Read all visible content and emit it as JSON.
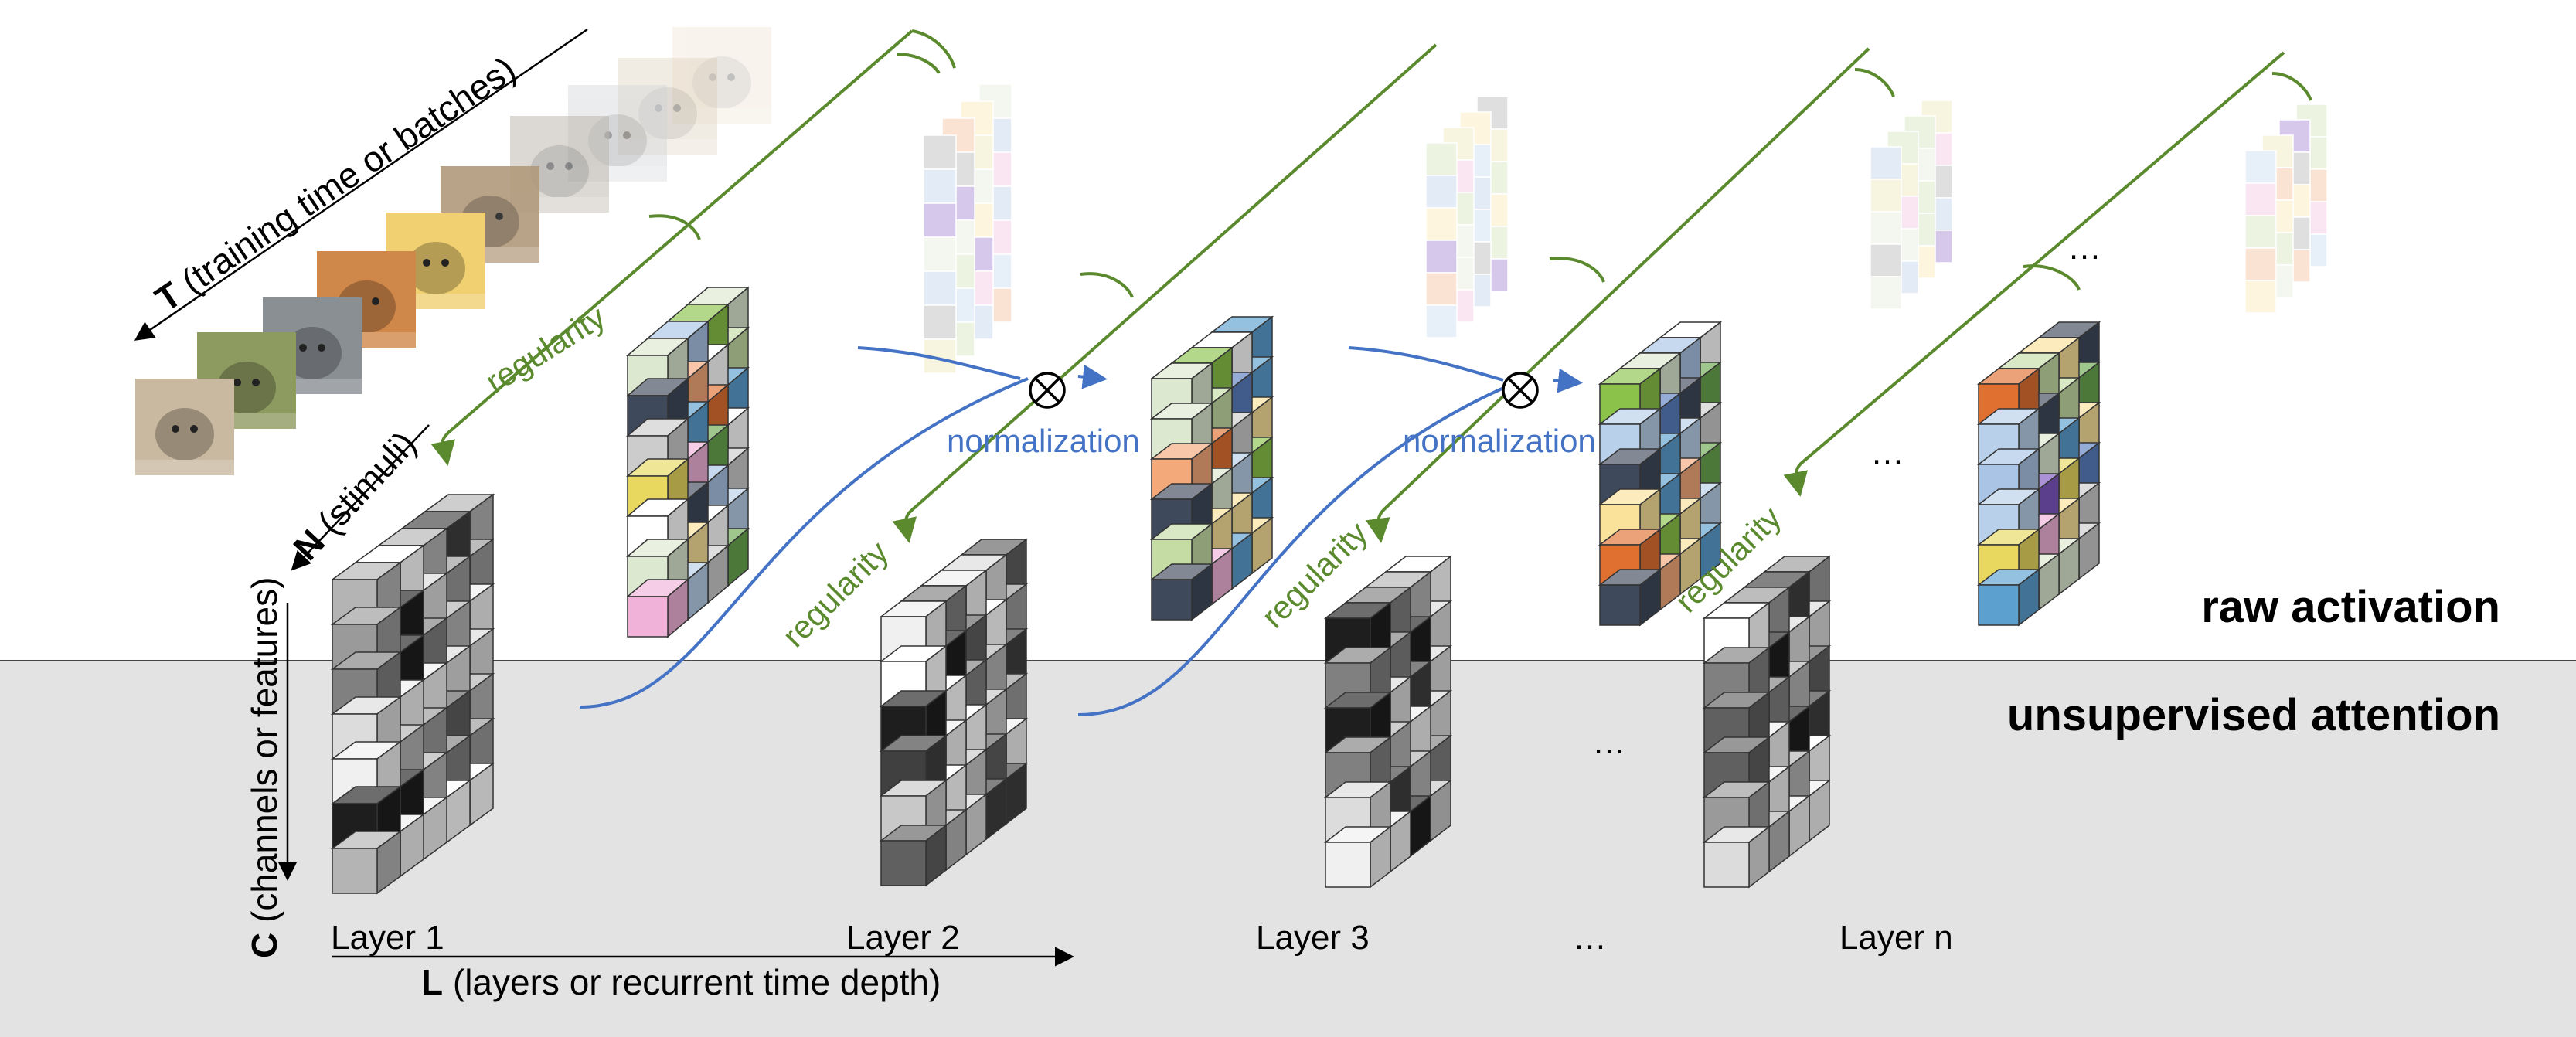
{
  "axes": {
    "t_letter": "T",
    "t_text": " (training time or batches)",
    "n_letter": "N",
    "n_text": " (stimuli)",
    "c_letter": "C",
    "c_text": " (channels or features)",
    "l_letter": "L",
    "l_text": " (layers or recurrent time depth)"
  },
  "region_labels": {
    "raw": "raw activation",
    "attention": "unsupervised attention"
  },
  "layers": [
    "Layer 1",
    "Layer 2",
    "Layer 3",
    "Layer n"
  ],
  "ellipsis": "…",
  "connections": {
    "regularity": "regularity",
    "normalization": "normalization",
    "multiply_symbol": "⊗"
  },
  "colors": {
    "regularity_green": "#5b8a2e",
    "normalization_blue": "#4472c4",
    "attention_bg": "#e3e3e3"
  }
}
